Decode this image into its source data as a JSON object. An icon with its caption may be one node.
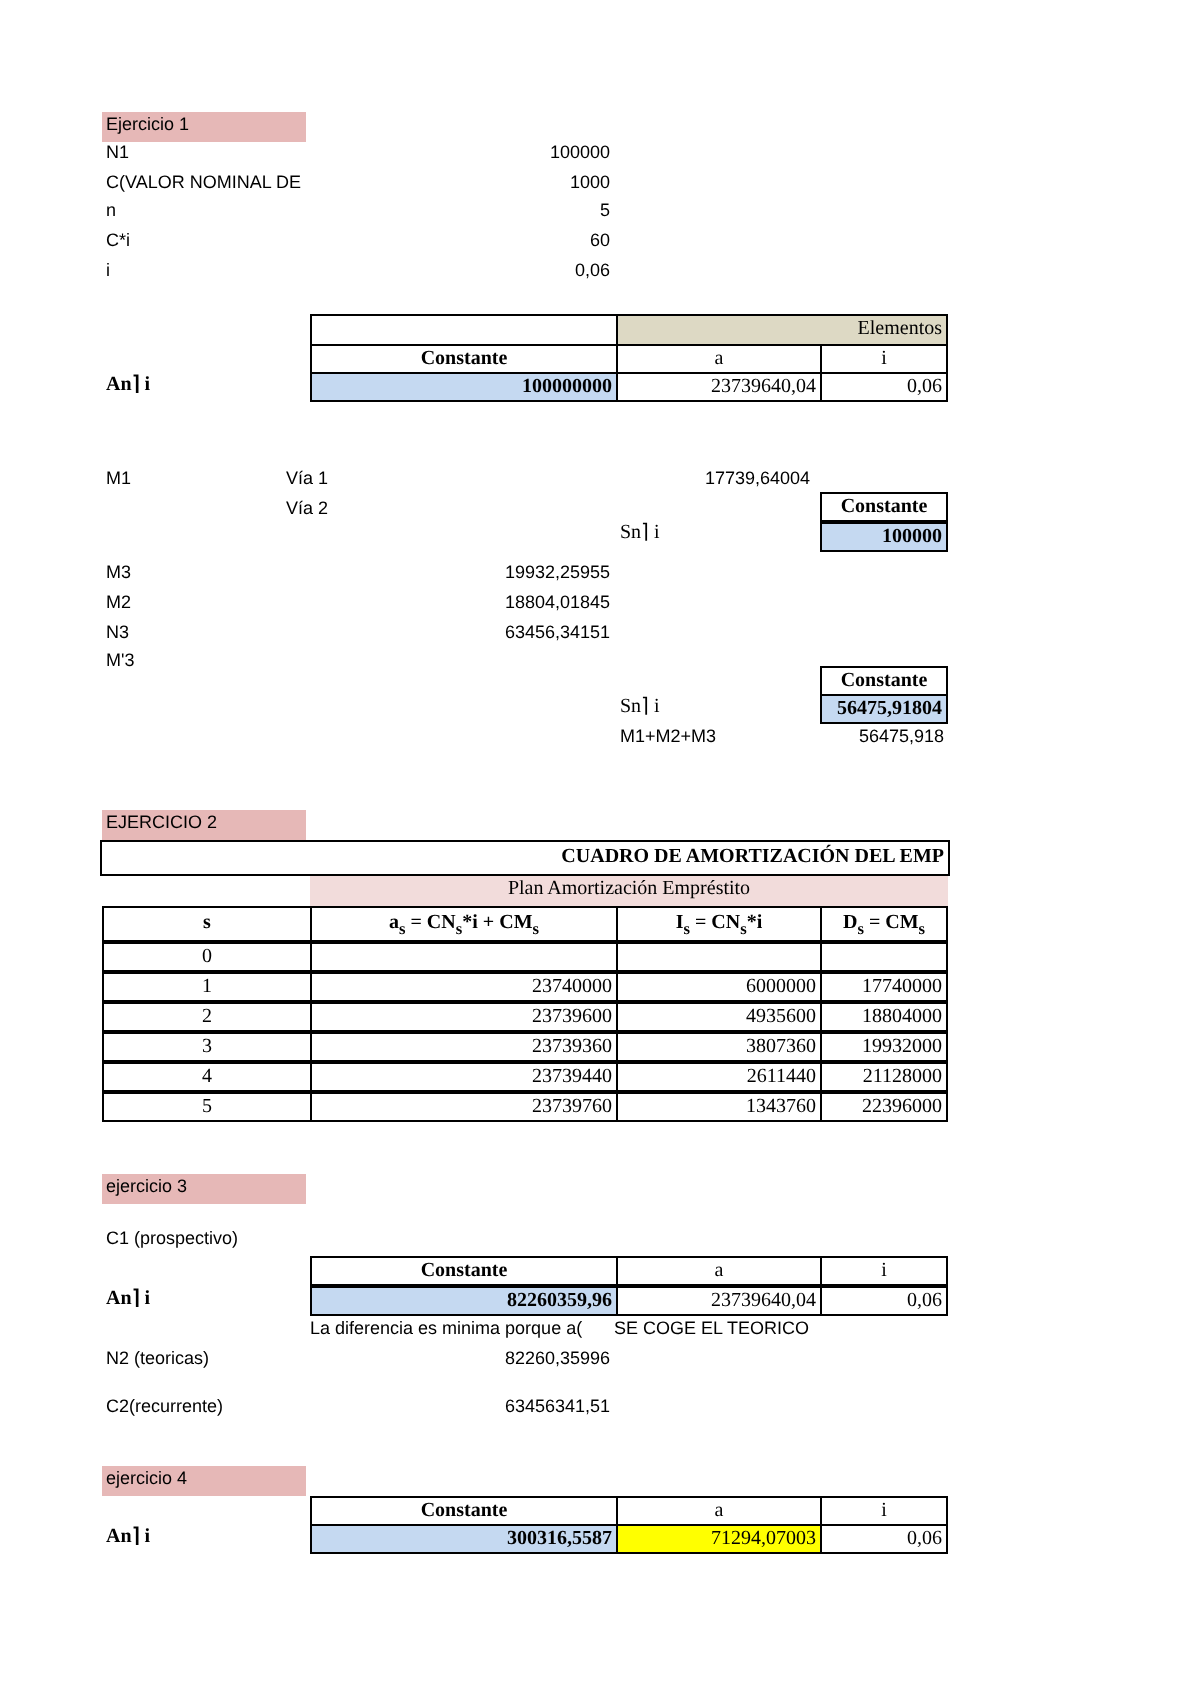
{
  "diagram": {
    "labels": [
      "Ejercicio 1",
      "N1",
      "100000",
      "C(VALOR NOMINAL DE",
      "1000",
      "n",
      "5",
      "C*i",
      "60",
      "i",
      "0,06",
      "Elementos",
      "Constante",
      "a",
      "i",
      "An⌉ i",
      "100000000",
      "23739640,04",
      "0,06",
      "M1",
      "Vía 1",
      "17739,64004",
      "Vía 2",
      "Constante",
      "Sn⌉ i",
      "100000",
      "M3",
      "19932,25955",
      "M2",
      "18804,01845",
      "N3",
      "63456,34151",
      "M'3",
      "Constante",
      "Sn⌉ i",
      "56475,91804",
      "M1+M2+M3",
      "56475,918",
      "EJERCICIO 2",
      "CUADRO DE AMORTIZACIÓN DEL EMP",
      "Plan Amortización Empréstito",
      "s",
      "a$_{s}$ = CN$_{s}$*i + CM$_{s}$",
      "I$_{s}$ = CN$_{s}$*i",
      "D$_{s}$ = CM$_{s}$",
      "0",
      "1",
      "23740000",
      "6000000",
      "17740000",
      "2",
      "23739600",
      "4935600",
      "18804000",
      "3",
      "23739360",
      "3807360",
      "19932000",
      "4",
      "23739440",
      "2611440",
      "21128000",
      "5",
      "23739760",
      "1343760",
      "22396000",
      "ejercicio 3",
      "C1 (prospectivo)",
      "Constante",
      "a",
      "i",
      "An⌉ i",
      "82260359,96",
      "23739640,04",
      "0,06",
      "La diferencia es minima porque a(",
      "SE COGE EL TEORICO",
      "N2 (teoricas)",
      "82260,35996",
      "C2(recurrente)",
      "63456341,51",
      "ejercicio 4",
      "Constante",
      "a",
      "i",
      "An⌉ i",
      "300316,5587",
      "71294,07003",
      "0,06"
    ]
  }
}
